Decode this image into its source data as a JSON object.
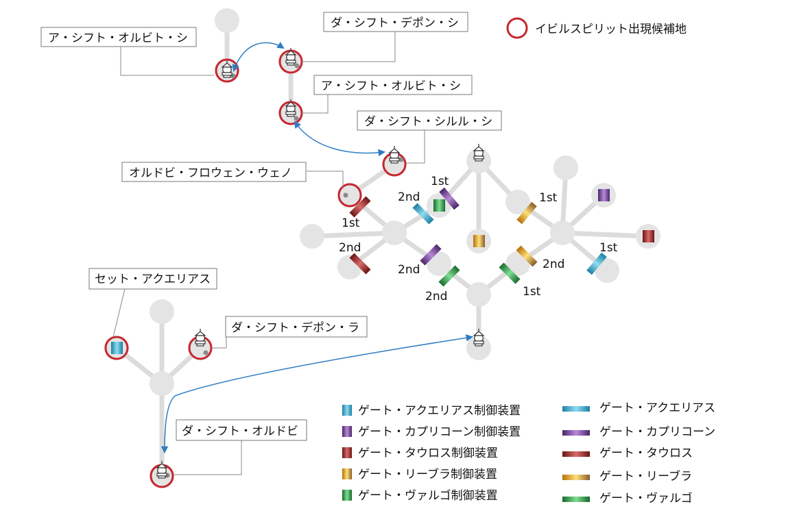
{
  "colors": {
    "aquarius": "#2ba6c9",
    "capricorn": "#6b3d8f",
    "taurus": "#8e2a2a",
    "libra": "#e5a21c",
    "virgo": "#2e9a45",
    "spawn_ring": "#c8262e",
    "path": "#dedede",
    "node": "#e4e4e4",
    "arrow": "#2f7cc4"
  },
  "legend_top": {
    "label": "イビルスピリット出現候補地",
    "icon": "spawn-ring"
  },
  "boss_labels": [
    {
      "id": "a",
      "text": "ア・シフト・オルビト・シ"
    },
    {
      "id": "b",
      "text": "ダ・シフト・デポン・シ"
    },
    {
      "id": "c",
      "text": "ア・シフト・オルビト・シ"
    },
    {
      "id": "d",
      "text": "ダ・シフト・シルル・シ"
    },
    {
      "id": "e",
      "text": "オルドビ・フロウェン・ウェノ"
    },
    {
      "id": "f",
      "text": "セット・アクエリアス"
    },
    {
      "id": "g",
      "text": "ダ・シフト・デポン・ラ"
    },
    {
      "id": "h",
      "text": "ダ・シフト・オルドビ"
    }
  ],
  "gate_orders": [
    {
      "id": "o1",
      "text": "1st"
    },
    {
      "id": "o2",
      "text": "2nd"
    },
    {
      "id": "o3",
      "text": "1st"
    },
    {
      "id": "o4",
      "text": "1st"
    },
    {
      "id": "o5",
      "text": "2nd"
    },
    {
      "id": "o6",
      "text": "1st"
    },
    {
      "id": "o7",
      "text": "2nd"
    },
    {
      "id": "o8",
      "text": "2nd"
    },
    {
      "id": "o9",
      "text": "2nd"
    },
    {
      "id": "o10",
      "text": "1st"
    }
  ],
  "legend_devices": [
    {
      "text": "ゲート・アクエリアス制御装置",
      "color": "aquarius"
    },
    {
      "text": "ゲート・カプリコーン制御装置",
      "color": "capricorn"
    },
    {
      "text": "ゲート・タウロス制御装置",
      "color": "taurus"
    },
    {
      "text": "ゲート・リーブラ制御装置",
      "color": "libra"
    },
    {
      "text": "ゲート・ヴァルゴ制御装置",
      "color": "virgo"
    }
  ],
  "legend_gates": [
    {
      "text": "ゲート・アクエリアス",
      "color": "aquarius"
    },
    {
      "text": "ゲート・カプリコーン",
      "color": "capricorn"
    },
    {
      "text": "ゲート・タウロス",
      "color": "taurus"
    },
    {
      "text": "ゲート・リーブラ",
      "color": "libra"
    },
    {
      "text": "ゲート・ヴァルゴ",
      "color": "virgo"
    }
  ]
}
